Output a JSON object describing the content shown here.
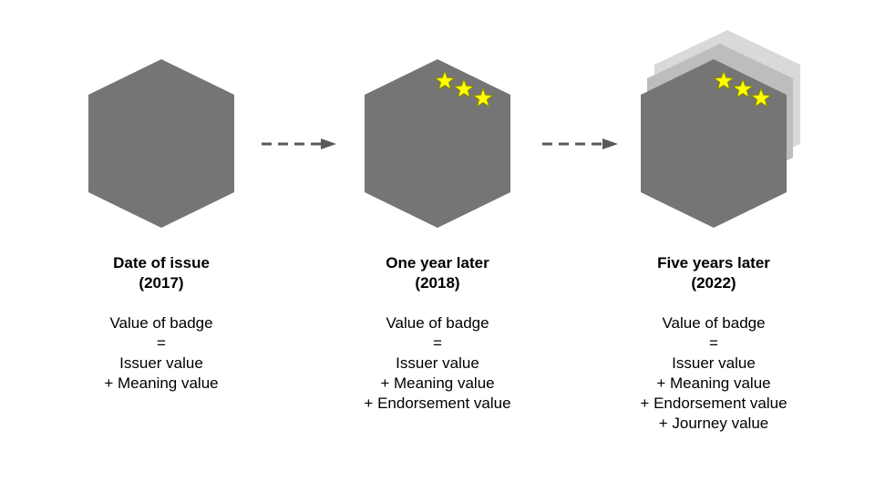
{
  "colors": {
    "badge": "#757575",
    "badge_stack_mid": "#bdbdbd",
    "badge_stack_back": "#d9d9d9",
    "star_fill": "#ffff00",
    "star_stroke": "#8c8c00",
    "arrow": "#595959"
  },
  "stages": [
    {
      "title": "Date of issue",
      "year": "(2017)",
      "value_heading": "Value of badge",
      "equals": "=",
      "components": [
        "Issuer value",
        "+ Meaning value"
      ],
      "stars": 0,
      "stacked_layers": 0
    },
    {
      "title": "One year later",
      "year": "(2018)",
      "value_heading": "Value of badge",
      "equals": "=",
      "components": [
        "Issuer value",
        "+ Meaning value",
        "+ Endorsement value"
      ],
      "stars": 3,
      "stacked_layers": 0
    },
    {
      "title": "Five years later",
      "year": "(2022)",
      "value_heading": "Value of badge",
      "equals": "=",
      "components": [
        "Issuer value",
        "+ Meaning value",
        "+ Endorsement value",
        "+ Journey value"
      ],
      "stars": 3,
      "stacked_layers": 2
    }
  ],
  "arrows": [
    {
      "from": "stage-1",
      "to": "stage-2",
      "style": "dashed"
    },
    {
      "from": "stage-2",
      "to": "stage-3",
      "style": "dashed"
    }
  ]
}
